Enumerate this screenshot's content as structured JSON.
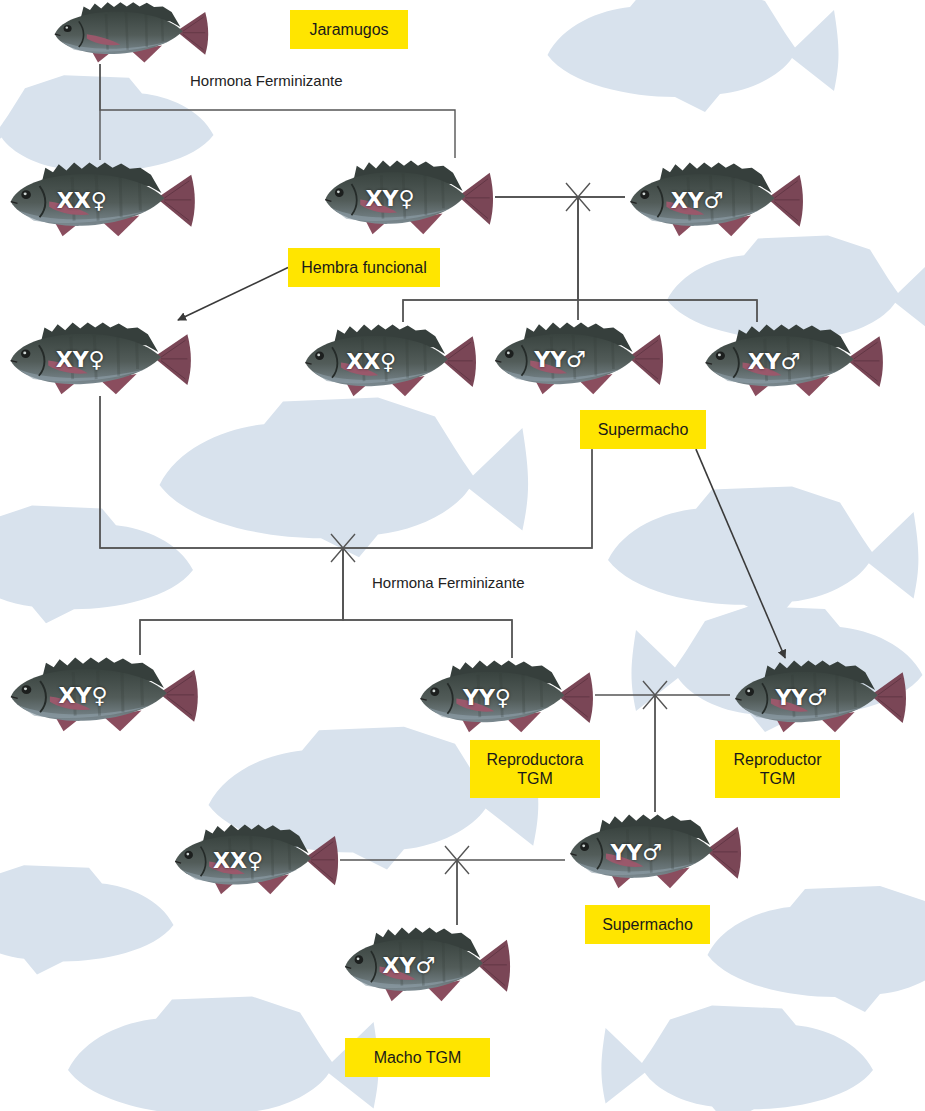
{
  "diagram": {
    "nodes": [
      {
        "text": [
          "Jaramugos"
        ]
      },
      {
        "text": [
          "XX♀"
        ]
      },
      {
        "text": [
          "XY♀"
        ]
      },
      {
        "text": [
          "XY♂"
        ]
      },
      {
        "text": [
          "Hembra funcional"
        ]
      },
      {
        "text": [
          "XY♀"
        ]
      },
      {
        "text": [
          "XX♀"
        ]
      },
      {
        "text": [
          "YY♂"
        ]
      },
      {
        "text": [
          "XY♂"
        ]
      },
      {
        "text": [
          "Supermacho"
        ]
      },
      {
        "text": [
          "XY♀"
        ]
      },
      {
        "text": [
          "YY♀"
        ]
      },
      {
        "text": [
          "YY♂"
        ]
      },
      {
        "text": [
          "Reproductora TGM"
        ]
      },
      {
        "text": [
          "Reproductor TGM"
        ]
      },
      {
        "text": [
          "XX♀"
        ]
      },
      {
        "text": [
          "YY♂"
        ]
      },
      {
        "text": [
          "Supermacho"
        ]
      },
      {
        "text": [
          "XY♂"
        ]
      },
      {
        "text": [
          "Macho TGM"
        ]
      }
    ],
    "edges": [
      {
        "from": 0,
        "to": 1,
        "arrow": "none"
      },
      {
        "from": 0,
        "to": 2,
        "arrow": "none"
      },
      {
        "from": 2,
        "to": 6,
        "arrow": "none"
      },
      {
        "from": 2,
        "to": 7,
        "arrow": "none"
      },
      {
        "from": 2,
        "to": 8,
        "arrow": "none"
      },
      {
        "from": 3,
        "to": 6,
        "arrow": "none"
      },
      {
        "from": 3,
        "to": 7,
        "arrow": "none"
      },
      {
        "from": 3,
        "to": 8,
        "arrow": "none"
      },
      {
        "from": 4,
        "to": 5,
        "arrow": "to"
      },
      {
        "from": 5,
        "to": 10,
        "arrow": "none"
      },
      {
        "from": 5,
        "to": 11,
        "arrow": "none"
      },
      {
        "from": 9,
        "to": 10,
        "arrow": "none"
      },
      {
        "from": 9,
        "to": 11,
        "arrow": "none"
      },
      {
        "from": 9,
        "to": 12,
        "arrow": "to"
      },
      {
        "from": 11,
        "to": 16,
        "arrow": "none"
      },
      {
        "from": 12,
        "to": 16,
        "arrow": "none"
      },
      {
        "from": 15,
        "to": 18,
        "arrow": "none"
      },
      {
        "from": 16,
        "to": 18,
        "arrow": "none"
      }
    ],
    "labels": [
      "Hormona Ferminizante",
      "Hormona Ferminizante"
    ]
  }
}
